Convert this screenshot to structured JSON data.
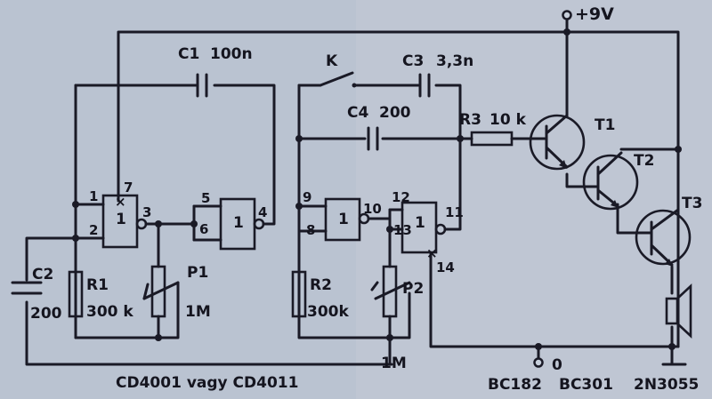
{
  "supply": "+9V",
  "ground": "0",
  "components": {
    "c1": {
      "name": "C1",
      "value": "100n"
    },
    "c2": {
      "name": "C2",
      "value": "200"
    },
    "c3": {
      "name": "C3",
      "value": "3,3n"
    },
    "c4": {
      "name": "C4",
      "value": "200"
    },
    "r1": {
      "name": "R1",
      "value": "300 k"
    },
    "r2": {
      "name": "R2",
      "value": "300k"
    },
    "r3": {
      "name": "R3",
      "value": "10 k"
    },
    "p1": {
      "name": "P1",
      "value": "1M"
    },
    "p2": {
      "name": "P2",
      "value": "1M"
    },
    "switch": {
      "name": "K"
    },
    "t1": {
      "name": "T1",
      "type": "BC182"
    },
    "t2": {
      "name": "T2",
      "type": "BC301"
    },
    "t3": {
      "name": "T3",
      "type": "2N3055"
    }
  },
  "gates": [
    {
      "label": "1",
      "pins": [
        "1",
        "2",
        "3",
        "7"
      ]
    },
    {
      "label": "1",
      "pins": [
        "5",
        "6",
        "4"
      ]
    },
    {
      "label": "1",
      "pins": [
        "9",
        "8",
        "10"
      ]
    },
    {
      "label": "1",
      "pins": [
        "12",
        "13",
        "11",
        "14"
      ]
    }
  ],
  "ic_caption": "CD4001 vagy CD4011"
}
